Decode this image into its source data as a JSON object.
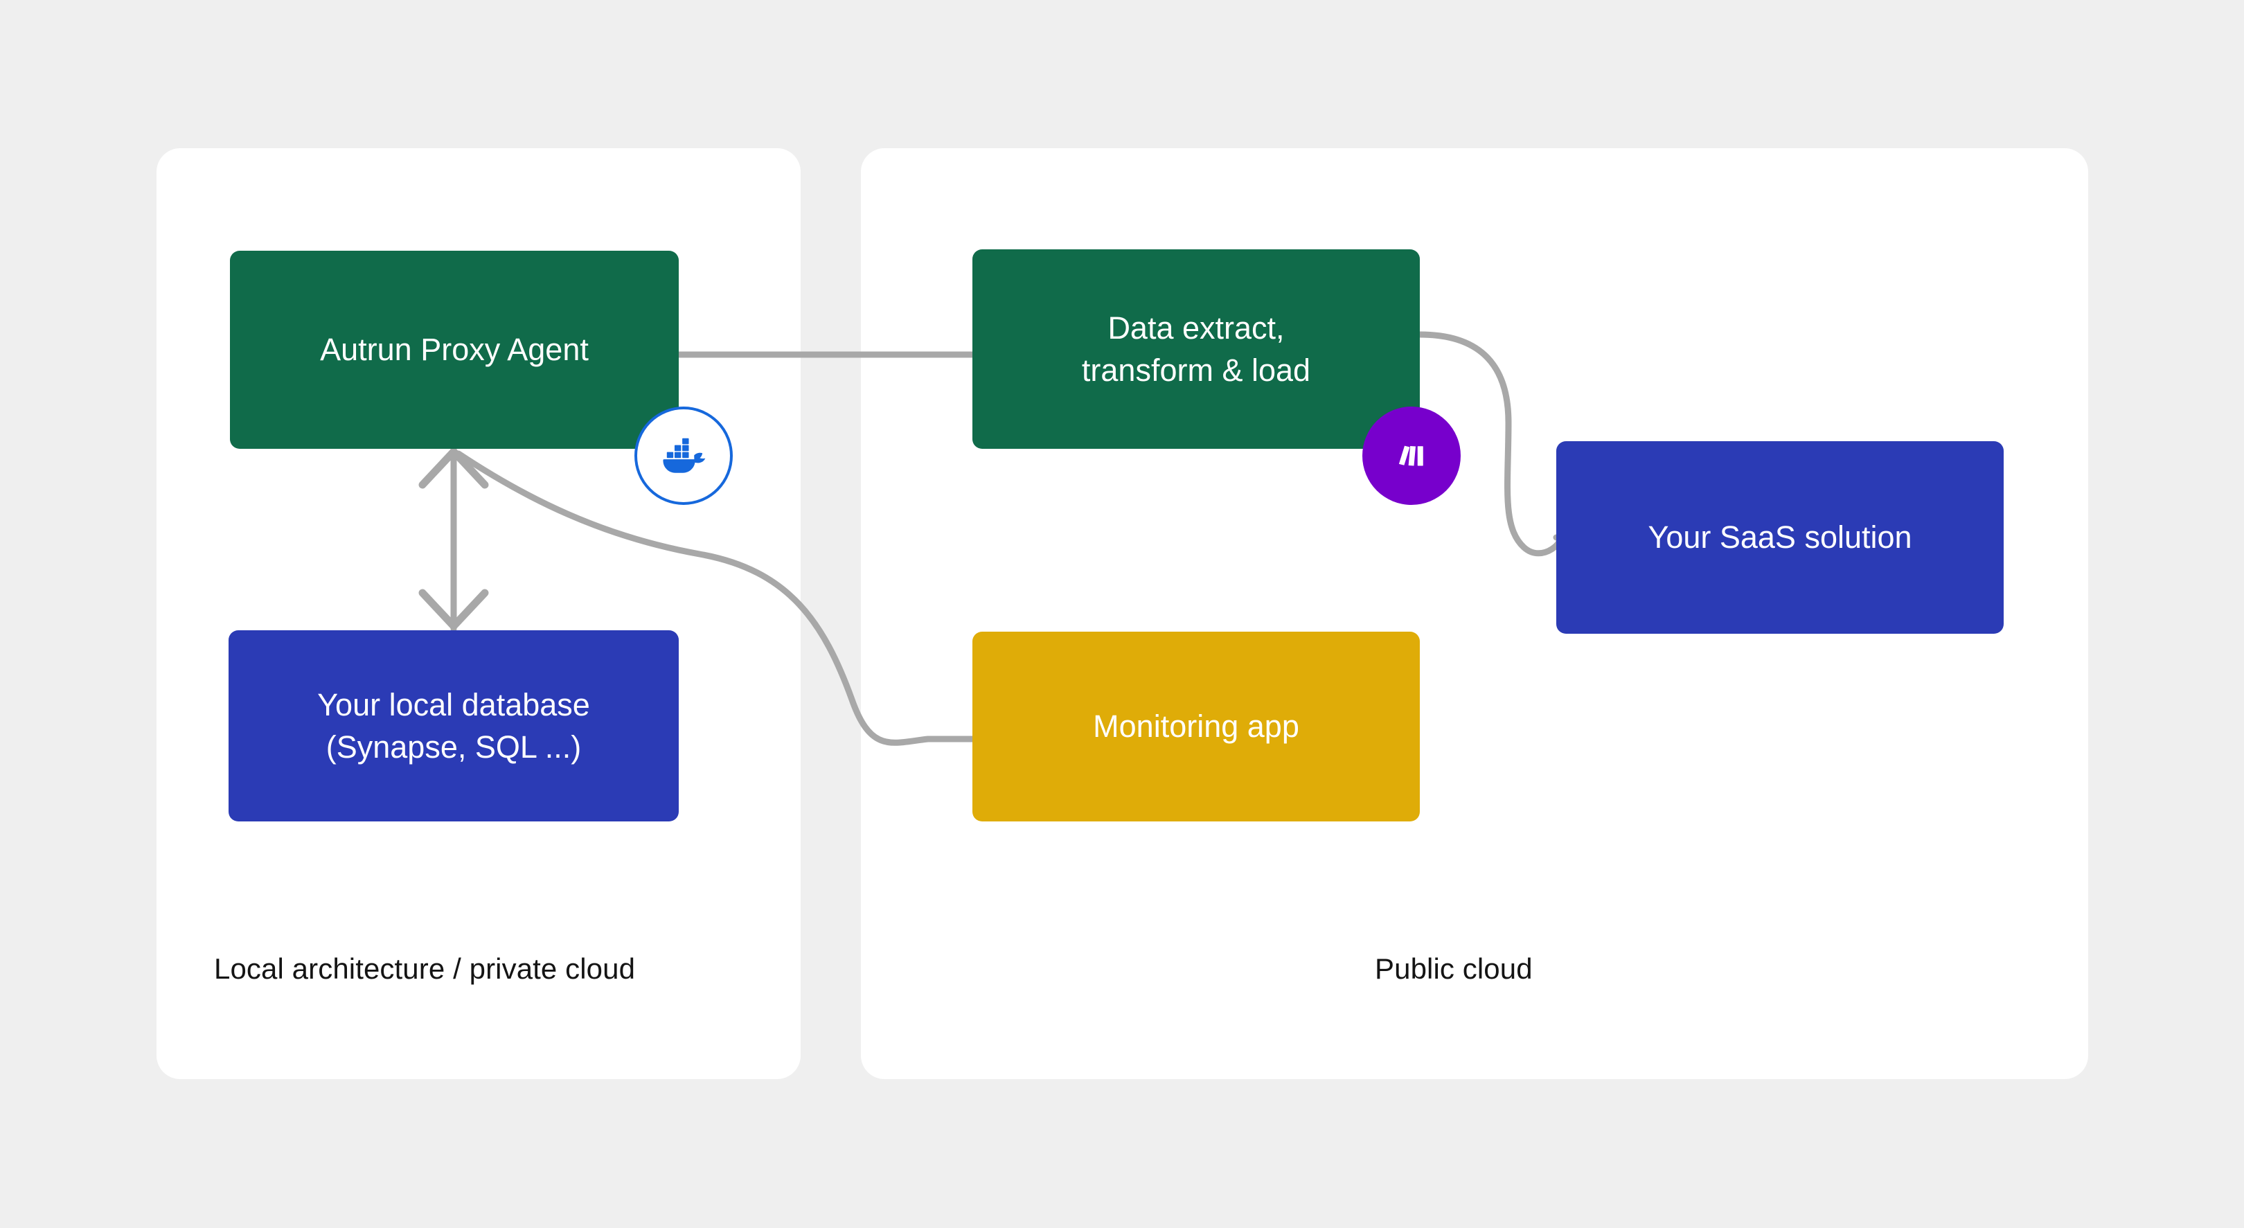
{
  "diagram": {
    "background_color": "#efefef",
    "connector_color": "#a8a8a8",
    "zones": [
      {
        "id": "local",
        "label": "Local architecture / private cloud",
        "surface_color": "#ffffff"
      },
      {
        "id": "public",
        "label": "Public cloud",
        "surface_color": "#ffffff"
      }
    ],
    "nodes": [
      {
        "id": "proxy",
        "label": "Autrun Proxy Agent",
        "color": "#106b4a",
        "zone": "local"
      },
      {
        "id": "localdb",
        "label": "Your local database\n(Synapse, SQL ...)",
        "line1": "Your local database",
        "line2": "(Synapse, SQL ...)",
        "color": "#2b3bb5",
        "zone": "local"
      },
      {
        "id": "etl",
        "label": "Data extract,\ntransform & load",
        "line1": "Data extract,",
        "line2": "transform & load",
        "color": "#106b4a",
        "zone": "public"
      },
      {
        "id": "monitor",
        "label": "Monitoring app",
        "color": "#dfac08",
        "zone": "public"
      },
      {
        "id": "saas",
        "label": "Your SaaS solution",
        "color": "#2b3bb5",
        "zone": "public"
      }
    ],
    "badges": [
      {
        "id": "docker",
        "name": "docker-icon",
        "fill": "#1668dc",
        "background": "#ffffff",
        "border": "#1668dc"
      },
      {
        "id": "mendix",
        "name": "mendix-icon",
        "fill": "#ffffff",
        "background": "#7700cc",
        "border": "#7700cc"
      }
    ],
    "connections": [
      {
        "id": "proxy-etl",
        "from": "proxy",
        "to": "etl",
        "style": "straight",
        "arrow": "none"
      },
      {
        "id": "proxy-localdb",
        "from": "proxy",
        "to": "localdb",
        "style": "straight",
        "arrow": "both"
      },
      {
        "id": "proxy-monitor",
        "from": "proxy",
        "to": "monitor",
        "style": "curved",
        "arrow": "none"
      },
      {
        "id": "etl-saas",
        "from": "etl",
        "to": "saas",
        "style": "curved",
        "arrow": "none"
      }
    ]
  }
}
